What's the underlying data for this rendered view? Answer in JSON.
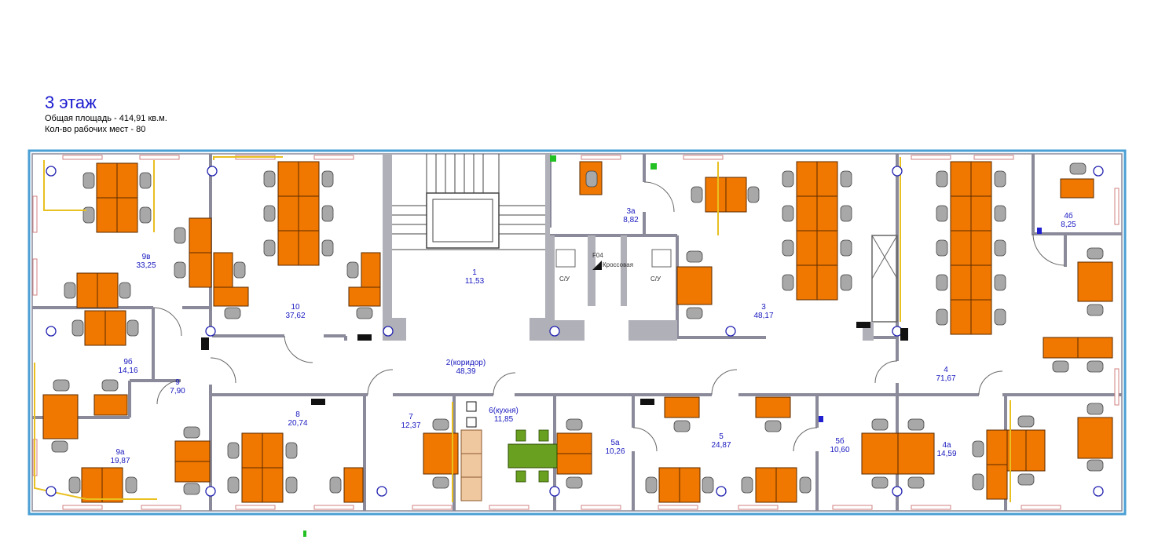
{
  "header": {
    "title": "3 этаж",
    "total_area": "Общая площадь - 414,91 кв.м.",
    "workplaces": "Кол-во рабочих мест -  80"
  },
  "rooms": [
    {
      "id": "9в",
      "name": "9в",
      "area": "33,25"
    },
    {
      "id": "10",
      "name": "10",
      "area": "37,62"
    },
    {
      "id": "1",
      "name": "1",
      "area": "11,53"
    },
    {
      "id": "3а",
      "name": "3а",
      "area": "8,82"
    },
    {
      "id": "3",
      "name": "3",
      "area": "48,17"
    },
    {
      "id": "4б",
      "name": "4б",
      "area": "8,25"
    },
    {
      "id": "9б",
      "name": "9б",
      "area": "14,16"
    },
    {
      "id": "9",
      "name": "9",
      "area": "7,90"
    },
    {
      "id": "2",
      "name": "2(коридор)",
      "area": "48,39"
    },
    {
      "id": "4",
      "name": "4",
      "area": "71,67"
    },
    {
      "id": "8",
      "name": "8",
      "area": "20,74"
    },
    {
      "id": "7",
      "name": "7",
      "area": "12,37"
    },
    {
      "id": "6",
      "name": "6(кухня)",
      "area": "11,85"
    },
    {
      "id": "5а",
      "name": "5а",
      "area": "10,26"
    },
    {
      "id": "5",
      "name": "5",
      "area": "24,87"
    },
    {
      "id": "5б",
      "name": "5б",
      "area": "10,60"
    },
    {
      "id": "4а",
      "name": "4а",
      "area": "14,59"
    },
    {
      "id": "9а",
      "name": "9а",
      "area": "19,87"
    }
  ],
  "labels": {
    "wc_left": "С/У",
    "wc_right": "С/У",
    "cross_room": "Кроссовая",
    "cross_code": "F04"
  },
  "colors": {
    "wall": "#8a8a9a",
    "outer_wall": "#4a9fd4",
    "desk": "#f07800",
    "kitchen_table": "#6aa020",
    "chair": "#a8a8a8",
    "label": "#1818c0",
    "heater": "#e89a9a",
    "cable": "#e8c020"
  }
}
